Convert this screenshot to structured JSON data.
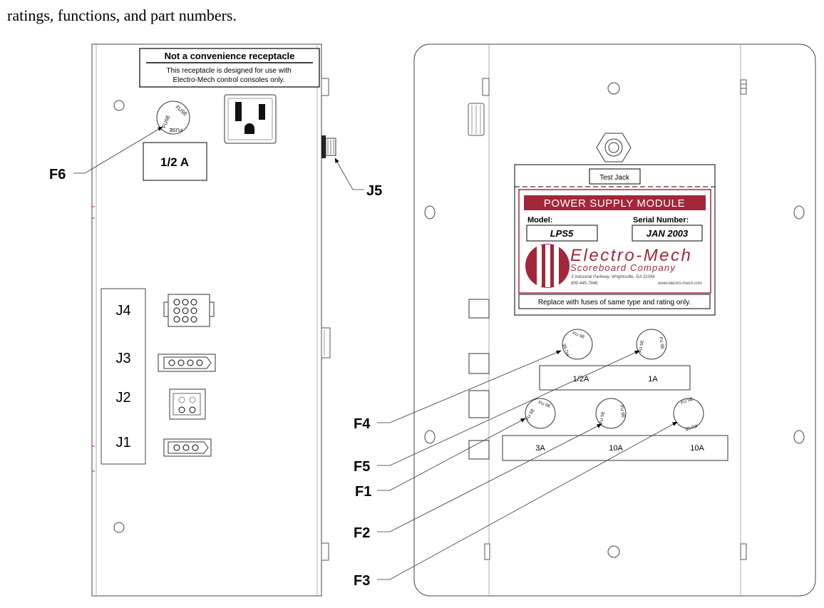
{
  "intro_line": "ratings, functions, and part numbers.",
  "left_panel": {
    "warning_title": "Not a convenience receptacle",
    "warning_line1": "This receptacle is designed for use with",
    "warning_line2": "Electro-Mech control consoles only.",
    "fuse_rating": "1/2 A",
    "fuse_text": "FUSE",
    "connectors": [
      "J4",
      "J3",
      "J2",
      "J1"
    ]
  },
  "right_panel": {
    "test_jack": "Test Jack",
    "module_title": "POWER SUPPLY MODULE",
    "model_label": "Model:",
    "model_value": "LPS5",
    "serial_label": "Serial Number:",
    "serial_value": "JAN 2003",
    "company_name": "Electro-Mech",
    "company_sub": "Scoreboard Company",
    "address": "3 Industrial Parkway, Wrightsville, GA 31096",
    "phone": "800-445-7846",
    "web": "www.electro-mech.com",
    "replace_note": "Replace with fuses of same type and rating only.",
    "fuse_text": "FU SE",
    "top_row_ratings": [
      "1/2A",
      "1A"
    ],
    "bottom_row_ratings": [
      "3A",
      "10A",
      "10A"
    ]
  },
  "callouts": {
    "f6": "F6",
    "j5": "J5",
    "f4": "F4",
    "f5": "F5",
    "f1": "F1",
    "f2": "F2",
    "f3": "F3"
  },
  "colors": {
    "brand_red": "#a3263a",
    "line": "#333333"
  }
}
